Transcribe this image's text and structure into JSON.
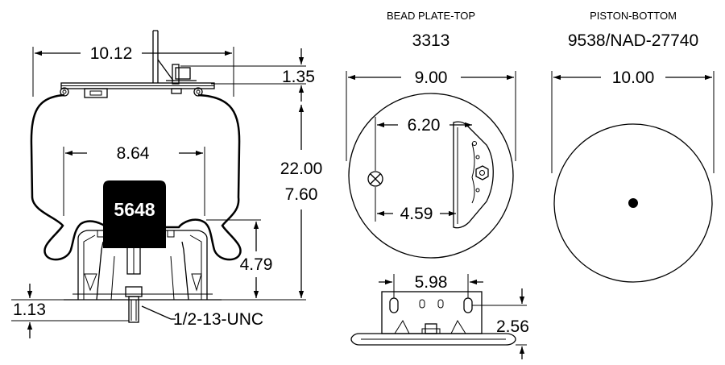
{
  "side_view": {
    "dim_top_width": "10.12",
    "dim_plate_offset": "1.35",
    "dim_inner_width": "8.64",
    "dim_extended_height": "22.00",
    "dim_compressed_height": "7.60",
    "dim_piston_height": "4.79",
    "dim_base_offset": "1.13",
    "stamp_number": "5648",
    "thread_spec": "1/2-13-UNC"
  },
  "bead_plate": {
    "caption": "BEAD PLATE-TOP",
    "part_number": "3313",
    "dim_diameter": "9.00",
    "dim_stud_upper": "6.20",
    "dim_stud_lower": "4.59",
    "dim_mount_width": "5.98",
    "dim_mount_height": "2.56"
  },
  "piston": {
    "caption": "PISTON-BOTTOM",
    "part_number": "9538/NAD-27740",
    "dim_diameter": "10.00"
  }
}
